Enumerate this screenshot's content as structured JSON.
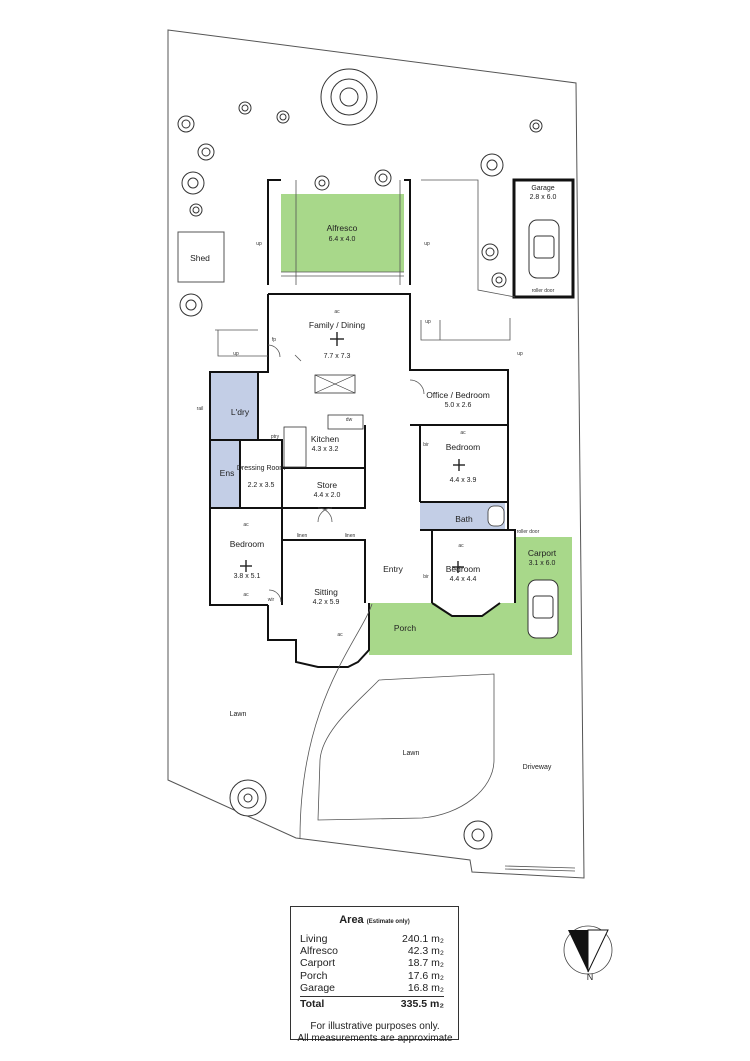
{
  "rooms": [
    {
      "key": "alfresco",
      "name": "Alfresco",
      "dims": "6.4 x 4.0"
    },
    {
      "key": "family",
      "name": "Family / Dining",
      "dims": "7.7 x 7.3"
    },
    {
      "key": "office",
      "name": "Office / Bedroom",
      "dims": "5.0 x 2.6"
    },
    {
      "key": "bedroom_ne",
      "name": "Bedroom",
      "dims": "4.4 x 3.9"
    },
    {
      "key": "kitchen",
      "name": "Kitchen",
      "dims": "4.3 x 3.2"
    },
    {
      "key": "dressing",
      "name": "Dressing Room",
      "dims": "2.2 x 3.5"
    },
    {
      "key": "store",
      "name": "Store",
      "dims": "4.4 x 2.0"
    },
    {
      "key": "bedroom_w",
      "name": "Bedroom",
      "dims": "3.8 x 5.1"
    },
    {
      "key": "sitting",
      "name": "Sitting",
      "dims": "4.2 x 5.9"
    },
    {
      "key": "bedroom_se",
      "name": "Bedroom",
      "dims": "4.4 x 4.4"
    },
    {
      "key": "carport",
      "name": "Carport",
      "dims": "3.1 x 6.0"
    },
    {
      "key": "garage",
      "name": "Garage",
      "dims": "2.8 x 6.0"
    }
  ],
  "labels": {
    "shed": "Shed",
    "laundry": "L'dry",
    "ens": "Ens",
    "bath": "Bath",
    "entry": "Entry",
    "porch": "Porch",
    "lawn_w": "Lawn",
    "lawn_c": "Lawn",
    "driveway": "Driveway",
    "roller_door": "roller door",
    "up": "up",
    "ac": "ac",
    "linen": "linen",
    "bir": "bir",
    "wir": "wir",
    "rail": "rail",
    "fp": "fp",
    "ptry": "ptry",
    "dw": "dw",
    "north": "N"
  },
  "area": {
    "title": "Area",
    "subtitle": "(Estimate only)",
    "rows": [
      {
        "name": "Living",
        "value": "240.1 m₂"
      },
      {
        "name": "Alfresco",
        "value": "42.3 m₂"
      },
      {
        "name": "Carport",
        "value": "18.7 m₂"
      },
      {
        "name": "Porch",
        "value": "17.6 m₂"
      },
      {
        "name": "Garage",
        "value": "16.8 m₂"
      }
    ],
    "total": {
      "name": "Total",
      "value": "335.5 m₂"
    }
  },
  "disclaimer": {
    "line1": "For illustrative purposes only.",
    "line2": "All measurements are approximate"
  },
  "colors": {
    "green": "#a8d88a",
    "blue": "#c3cee6",
    "wall": "#111111",
    "boundary": "#555555"
  }
}
